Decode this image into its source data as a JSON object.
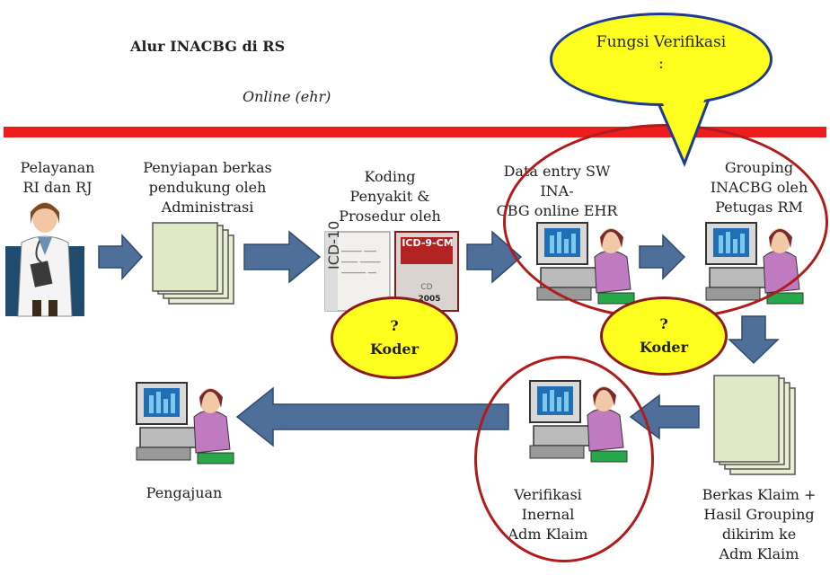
{
  "title": "Alur INACBG di RS",
  "subtitle": "Online (ehr)",
  "callout": {
    "line1": "Fungsi Verifikasi",
    "line2": ":"
  },
  "steps": {
    "pelayanan": {
      "line1": "Pelayanan",
      "line2": "RI dan RJ"
    },
    "penyiapan": {
      "line1": "Penyiapan berkas",
      "line2": "pendukung oleh",
      "line3": "Administrasi"
    },
    "koding": {
      "line1": "Koding",
      "line2": "Penyakit &",
      "line3": "Prosedur oleh"
    },
    "data_entry": {
      "line1": "Data entry SW INA-",
      "line2": "CBG  online EHR"
    },
    "grouping": {
      "line1": "Grouping",
      "line2": "INACBG oleh",
      "line3": "Petugas RM"
    },
    "berkas_klaim": {
      "line1": "Berkas Klaim +",
      "line2": "Hasil Grouping",
      "line3": "dikirim ke",
      "line4": "Adm Klaim"
    },
    "verifikasi": {
      "line1": "Verifikasi",
      "line2": "Inernal",
      "line3": "Adm Klaim"
    },
    "pengajuan": {
      "line1": "Pengajuan"
    }
  },
  "koder_left": {
    "q": "?",
    "label": "Koder"
  },
  "koder_right": {
    "q": "?",
    "label": "Koder"
  },
  "books": {
    "icd10": "ICD-10",
    "icd9": "ICD-9-CM",
    "icd9_year": "2005"
  },
  "colors": {
    "arrow": "#4e6f9a",
    "red": "#ee1d1d",
    "yellow": "#ffff1f",
    "ring": "#b01b1b"
  }
}
